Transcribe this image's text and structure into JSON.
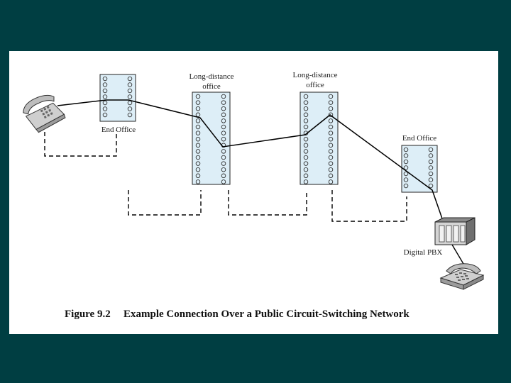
{
  "labels": {
    "end_office_left": "End Office",
    "long_distance_1_line1": "Long-distance",
    "long_distance_1_line2": "office",
    "long_distance_2_line1": "Long-distance",
    "long_distance_2_line2": "office",
    "end_office_right": "End Office",
    "digital_pbx": "Digital PBX"
  },
  "caption": {
    "number": "Figure 9.2",
    "title": "Example Connection Over a Public Circuit-Switching Network"
  },
  "colors": {
    "background": "#003e42",
    "panel": "#ffffff",
    "switch_fill": "#ddeef7",
    "line": "#000000"
  }
}
